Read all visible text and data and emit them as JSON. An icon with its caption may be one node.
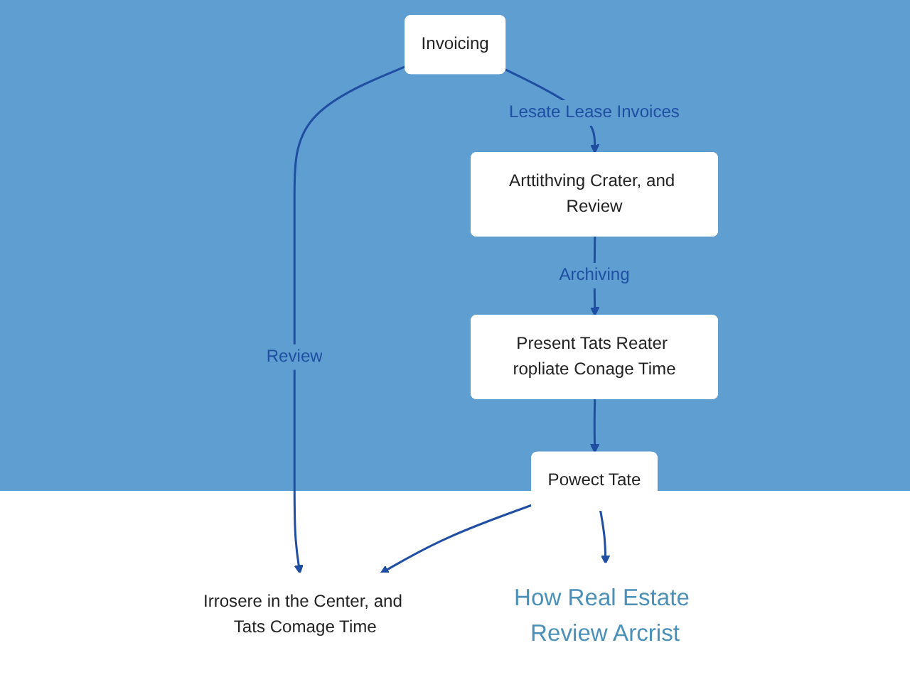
{
  "diagram": {
    "nodes": [
      {
        "text": [
          "Invoicing"
        ]
      },
      {
        "text": [
          "Arttithving Crater, and Review"
        ]
      },
      {
        "text": [
          "Irrosere in the Center, and Tats Comage Time"
        ]
      },
      {
        "text": [
          "Powect Tate"
        ]
      },
      {
        "text": [
          "Present Tats Reater ropliate Conage Time"
        ]
      },
      {
        "text": [
          "How Real Estate Review Arcrist"
        ]
      }
    ],
    "edges": [
      {
        "from": 0,
        "to": 1,
        "arrow": "to",
        "label": "Lesate Lease Invoices"
      },
      {
        "from": 0,
        "to": 2,
        "arrow": "to",
        "label": "Review"
      },
      {
        "from": 1,
        "to": 4,
        "arrow": "to",
        "label": "Archiving"
      },
      {
        "from": 3,
        "to": 2,
        "arrow": "to"
      },
      {
        "from": 4,
        "to": 3,
        "arrow": "to"
      },
      {
        "from": 3,
        "to": 5,
        "arrow": "to"
      }
    ]
  }
}
